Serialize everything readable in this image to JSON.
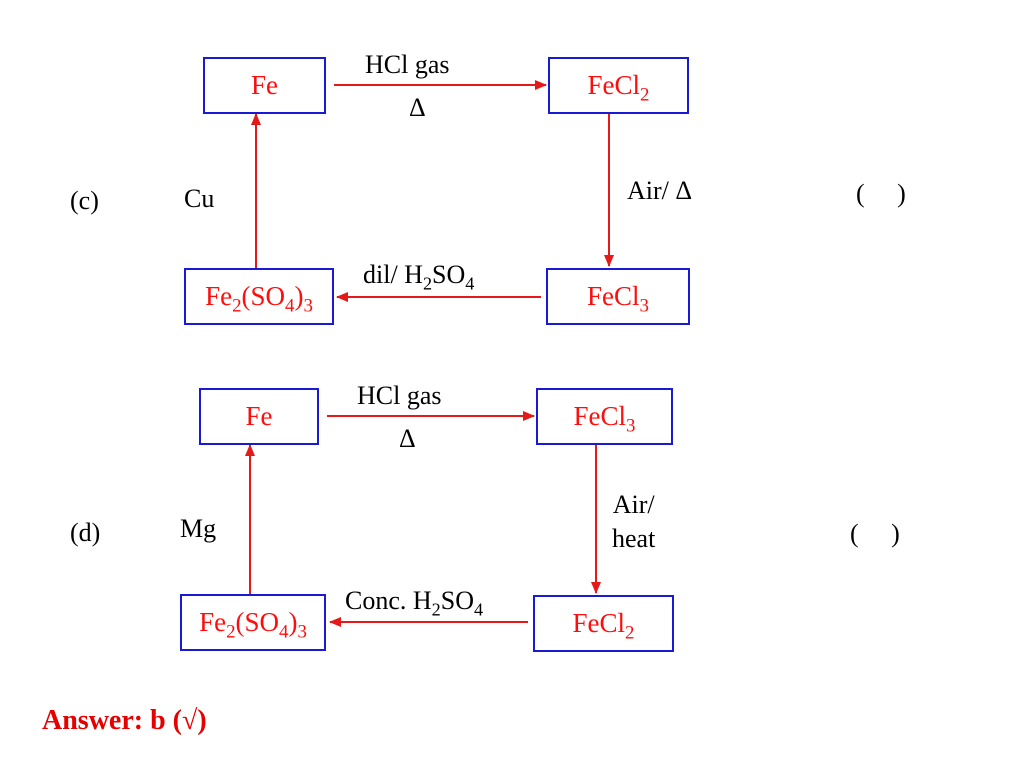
{
  "colors": {
    "box_border": "#1a1ad6",
    "compound_text": "#ff0d0d",
    "arrow": "#e61919",
    "answer": "#e60000"
  },
  "part_c": {
    "label": "(c)",
    "top_left": "Fe",
    "top_right": {
      "base": "FeCl",
      "sub": "2"
    },
    "bottom_right": {
      "base": "FeCl",
      "sub": "3"
    },
    "bottom_left": {
      "a": "Fe",
      "s1": "2",
      "b": "(SO",
      "s2": "4",
      "c": ")",
      "s3": "3"
    },
    "arrow_top_label": "HCl gas",
    "arrow_top_sublabel": "Δ",
    "arrow_right_label": "Air/ Δ",
    "arrow_bottom_label": {
      "prefix": "dil/ H",
      "s1": "2",
      "mid": "SO",
      "s2": "4"
    },
    "arrow_left_label": "Cu",
    "bracket": "(     )"
  },
  "part_d": {
    "label": "(d)",
    "top_left": "Fe",
    "top_right": {
      "base": "FeCl",
      "sub": "3"
    },
    "bottom_right": {
      "base": "FeCl",
      "sub": "2"
    },
    "bottom_left": {
      "a": "Fe",
      "s1": "2",
      "b": "(SO",
      "s2": "4",
      "c": ")",
      "s3": "3"
    },
    "arrow_top_label": "HCl gas",
    "arrow_top_sublabel": "Δ",
    "arrow_right_label_1": "Air/",
    "arrow_right_label_2": "heat",
    "arrow_bottom_label": {
      "prefix": "Conc. H",
      "s1": "2",
      "mid": "SO",
      "s2": "4"
    },
    "arrow_left_label": "Mg",
    "bracket": "(     )"
  },
  "answer": "Answer: b (√)"
}
